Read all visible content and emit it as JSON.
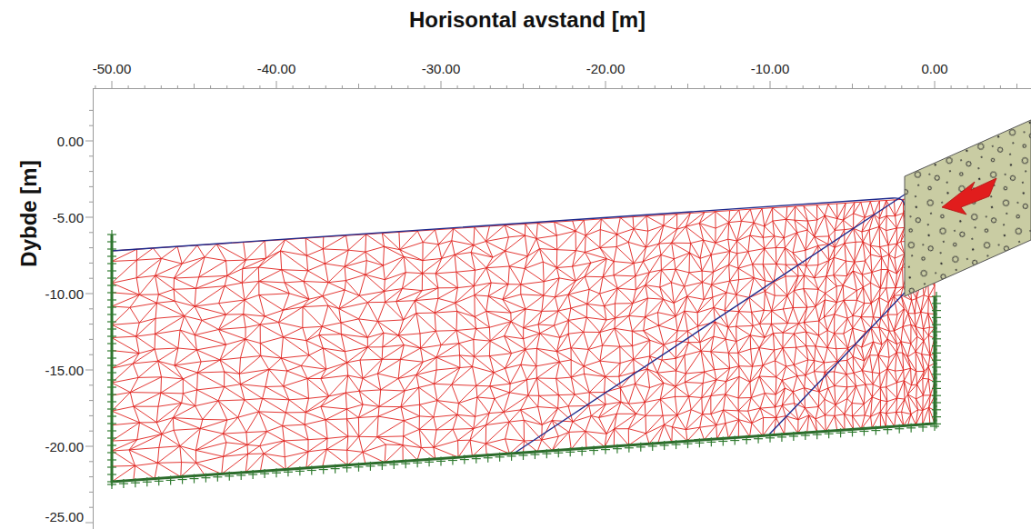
{
  "diagram": {
    "labels": [
      "Horisontal avstand [m]",
      "-50.00",
      "-40.00",
      "-30.00",
      "-20.00",
      "-10.00",
      "0.00",
      "Dybde [m]",
      "0.00",
      "-5.00",
      "-10.00",
      "-15.00",
      "-20.00",
      "-25.00"
    ]
  }
}
